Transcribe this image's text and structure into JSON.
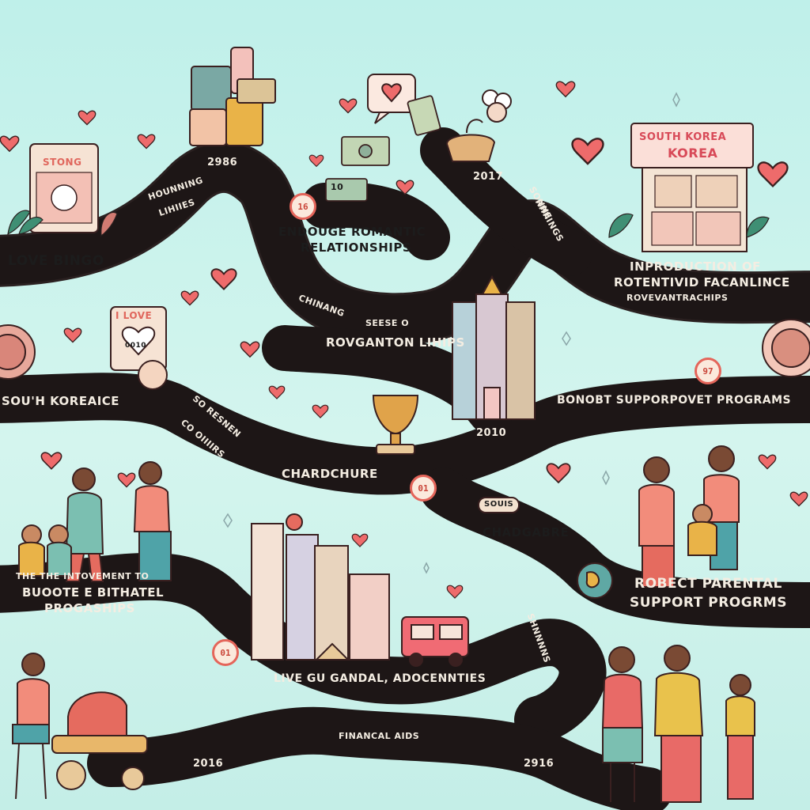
{
  "colors": {
    "road": "#1d1616",
    "road_edge": "#2a2020",
    "heart": "#ee6b6b",
    "badge_ring": "#e4655a",
    "sky": "#c9f2ec",
    "skin": "#c98a63"
  },
  "years": {
    "top_left": "2986",
    "top_right": "2017",
    "middle": "2010",
    "bottom_left": "2016",
    "bottom_right": "2916"
  },
  "labels": {
    "love_bingo": "LOVE BINGO",
    "bingo_card": "STONG",
    "road_small_1a": "HOUNNING",
    "road_small_1b": "LIHIIES",
    "encourage_1": "ENDOUGE ROMANTIC",
    "encourage_2": "RELATIONSHIPS",
    "badge_16": "16",
    "money_card": "10",
    "road_small_2a": "SONNE",
    "road_small_2b": "RHIIINGS",
    "korea_sign_1": "SOUTH KOREA",
    "korea_sign_2": "KOREA",
    "intro_1": "INPRODUCTION OF",
    "intro_2": "ROTENTIVID FACANLINCE",
    "intro_3": "ROVEVANTRACHIPS",
    "chinang_a": "CHINANG",
    "chinang_b": "SEESE O",
    "revo_line": "ROVGANTON LIHIPS",
    "i_love": "I LOVE",
    "card_num": "0010",
    "south_korea": "SOU'H KOREAICE",
    "road_small_3a": "SO RESNEN",
    "road_small_3b": "CO OIIIIRS",
    "badge_97": "97",
    "boost": "BONOBT SUPPORPOVET PROGRAMS",
    "chardchure": "CHARDCHURE",
    "badge_01a": "01",
    "chadgabre": "CHADGABRE",
    "cake_text": "SOUIS",
    "intro_left_1": "THE THE INTOVEMENT TO",
    "intro_left_2": "BUOOTE E BITHATEL",
    "intro_left_3": "PROGASHIPS",
    "robect_1": "ROBECT PARENTAL",
    "robect_2": "SUPPORT PROGRMS",
    "road_small_4": "SHNNNNS",
    "badge_01b": "01",
    "live_line": "LIVE GU GANDAL, ADOCENNTIES",
    "financial": "FINANCAL AIDS"
  }
}
